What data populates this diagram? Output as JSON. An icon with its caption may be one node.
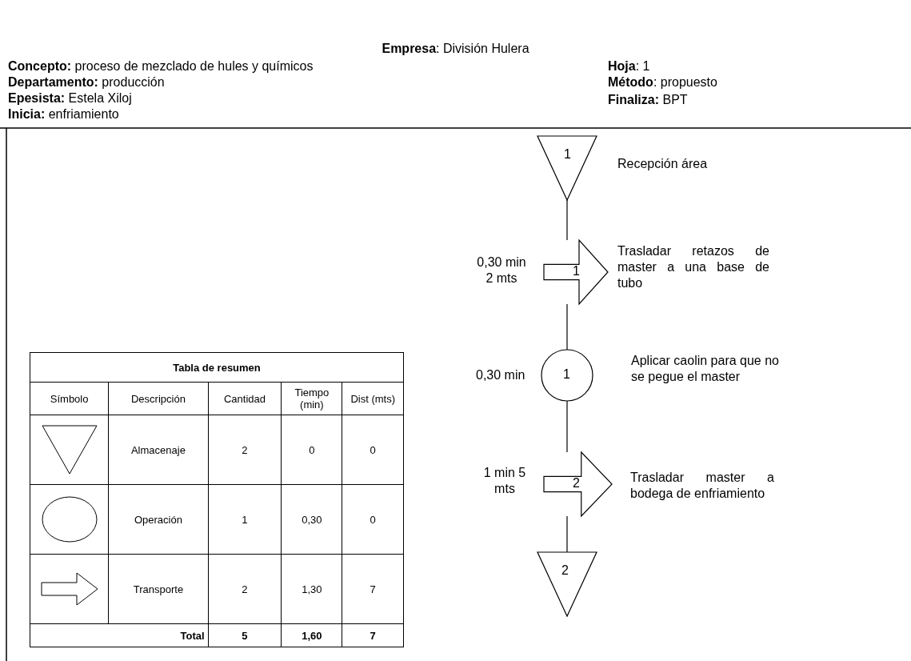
{
  "diagram": {
    "nodes": [
      {
        "text": [
          "1"
        ],
        "beside": [
          "Recepción área"
        ]
      },
      {
        "text": [
          "1"
        ],
        "beside": [
          "0,30 min 2 mts",
          "Trasladar retazos de master a una base de tubo"
        ]
      },
      {
        "text": [
          "1"
        ],
        "beside": [
          "0,30 min",
          "Aplicar caolin para que no se pegue el master"
        ]
      },
      {
        "text": [
          "2"
        ],
        "beside": [
          "1 min 5 mts",
          "Trasladar master a bodega de enfriamiento"
        ]
      },
      {
        "text": [
          "2"
        ]
      }
    ],
    "edges": [
      {
        "from": 0,
        "to": 1,
        "arrow": "none"
      },
      {
        "from": 1,
        "to": 2,
        "arrow": "none"
      },
      {
        "from": 2,
        "to": 3,
        "arrow": "none"
      },
      {
        "from": 3,
        "to": 4,
        "arrow": "none"
      }
    ],
    "labels": [
      "**Empresa**: División Hulera",
      "**Concepto:** proceso de mezclado de hules y químicos",
      "**Hoja**: 1",
      "**Departamento:** producción",
      "**Método**: propuesto",
      "**Epesista:** Estela Xiloj",
      "**Finaliza:** BPT",
      "**Inicia:** enfriamiento",
      "Tabla de resumen",
      "Símbolo",
      "Descripción",
      "Cantidad",
      "Tiempo (min)",
      "Dist (mts)",
      "Almacenaje",
      "2",
      "0",
      "0",
      "Operación",
      "1",
      "0,30",
      "0",
      "Transporte",
      "2",
      "1,30",
      "7",
      "Total",
      "5",
      "1,60",
      "7"
    ]
  }
}
